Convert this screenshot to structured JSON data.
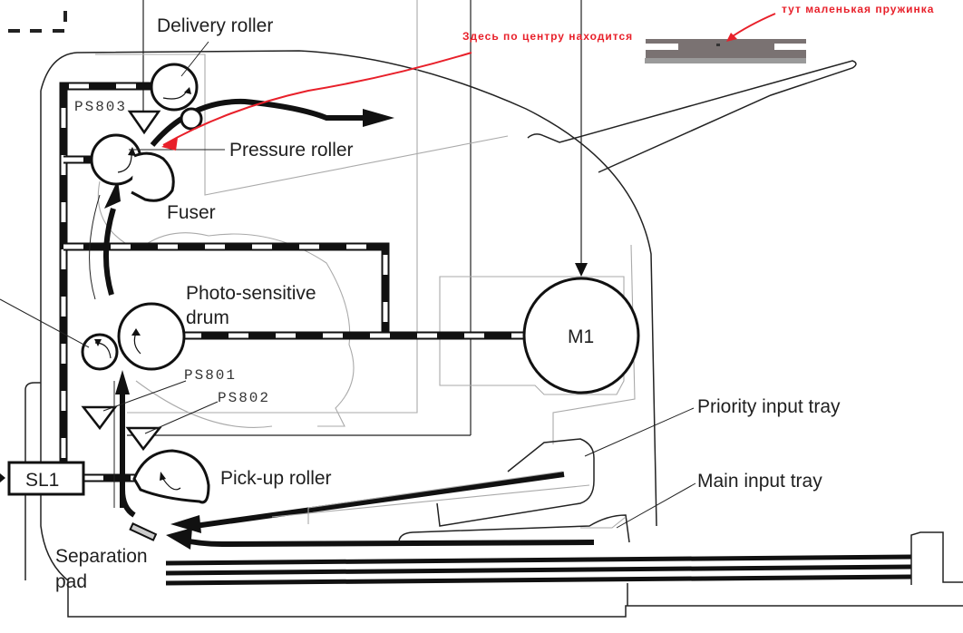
{
  "diagram": {
    "title": "Printer paper path and drive diagram",
    "labels": {
      "delivery_roller": "Delivery roller",
      "pressure_roller": "Pressure roller",
      "fuser": "Fuser",
      "photo_drum_line1": "Photo-sensitive",
      "photo_drum_line2": "drum",
      "motor": "M1",
      "solenoid": "SL1",
      "pickup_roller": "Pick-up roller",
      "separation_pad_line1": "Separation",
      "separation_pad_line2": "pad",
      "priority_tray": "Priority input tray",
      "main_tray": "Main input tray"
    },
    "sensors": {
      "ps803": "PS803",
      "ps801": "PS801",
      "ps802": "PS802"
    },
    "annotations": {
      "center_note": "Здесь по центру находится",
      "spring_note": "тут маленькая пружинка"
    },
    "colors": {
      "annotation": "#e8202a",
      "part_fill": "#7a7272",
      "part_base": "#9a9a9a"
    }
  }
}
